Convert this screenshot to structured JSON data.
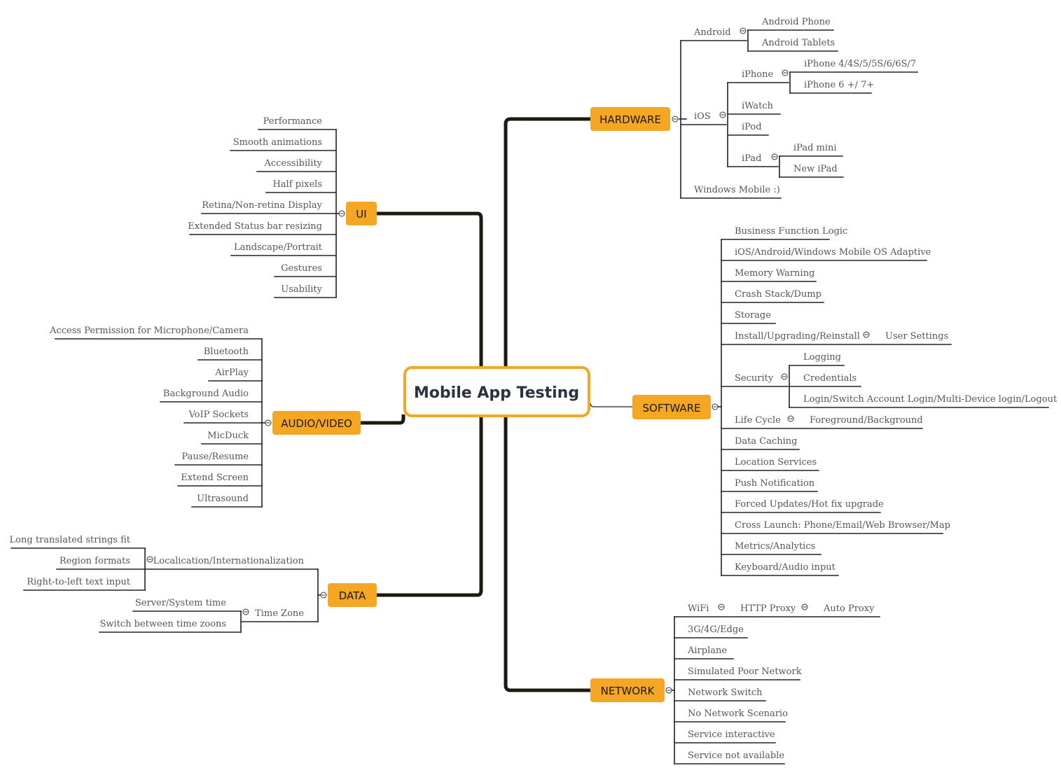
{
  "root": {
    "label": "Mobile App Testing"
  },
  "colors": {
    "accent": "#F5A623",
    "line": "#222222",
    "root_border": "#F5A623"
  },
  "branches": {
    "hardware": {
      "label": "HARDWARE",
      "android": {
        "label": "Android",
        "phone": "Android Phone",
        "tablets": "Android Tablets"
      },
      "ios": {
        "label": "iOS",
        "iphone": {
          "label": "iPhone",
          "models1": "iPhone 4/4S/5/5S/6/6S/7",
          "models2": "iPhone 6 +/ 7+"
        },
        "iwatch": "iWatch",
        "ipod": "iPod",
        "ipad": {
          "label": "iPad",
          "mini": "iPad mini",
          "new": "New iPad"
        }
      },
      "windows": "Windows Mobile :)"
    },
    "software": {
      "label": "SOFTWARE",
      "business": "Business Function Logic",
      "os_adaptive": "iOS/Android/Windows Mobile OS Adaptive",
      "memory": "Memory Warning",
      "crash": "Crash Stack/Dump",
      "storage": "Storage",
      "install": {
        "label": "Install/Upgrading/Reinstall",
        "user_settings": "User Settings"
      },
      "security": {
        "label": "Security",
        "logging": "Logging",
        "credentials": "Credentials",
        "login": "Login/Switch Account Login/Multi-Device login/Logout"
      },
      "lifecycle": {
        "label": "Life Cycle",
        "fg_bg": "Foreground/Background"
      },
      "caching": "Data Caching",
      "location": "Location Services",
      "push": "Push Notification",
      "forced": "Forced Updates/Hot fix upgrade",
      "cross": "Cross Launch: Phone/Email/Web Browser/Map",
      "metrics": "Metrics/Analytics",
      "keyboard": "Keyboard/Audio input"
    },
    "network": {
      "label": "NETWORK",
      "wifi": {
        "label": "WiFi",
        "http_proxy": {
          "label": "HTTP Proxy",
          "auto_proxy": "Auto Proxy"
        }
      },
      "cellular": "3G/4G/Edge",
      "airplane": "Airplane",
      "poor": "Simulated Poor Network",
      "switch": "Network Switch",
      "no_network": "No Network Scenario",
      "interactive": "Service interactive",
      "unavailable": "Service not available"
    },
    "ui": {
      "label": "UI",
      "items": [
        "Performance",
        "Smooth animations",
        "Accessibility",
        "Half pixels",
        "Retina/Non-retina Display",
        "Extended Status bar resizing",
        "Landscape/Portrait",
        "Gestures",
        "Usability"
      ]
    },
    "audio_video": {
      "label": "AUDIO/VIDEO",
      "items": [
        "Access Permission for Microphone/Camera",
        "Bluetooth",
        "AirPlay",
        "Background Audio",
        "VoIP Sockets",
        "MicDuck",
        "Pause/Resume",
        "Extend Screen",
        "Ultrasound"
      ]
    },
    "data": {
      "label": "DATA",
      "localization": {
        "label": "Localication/Internationalization",
        "items": [
          "Long translated strings fit",
          "Region formats",
          "Right-to-left text input"
        ]
      },
      "timezone": {
        "label": "Time Zone",
        "items": [
          "Server/System time",
          "Switch between time zoons"
        ]
      }
    }
  }
}
